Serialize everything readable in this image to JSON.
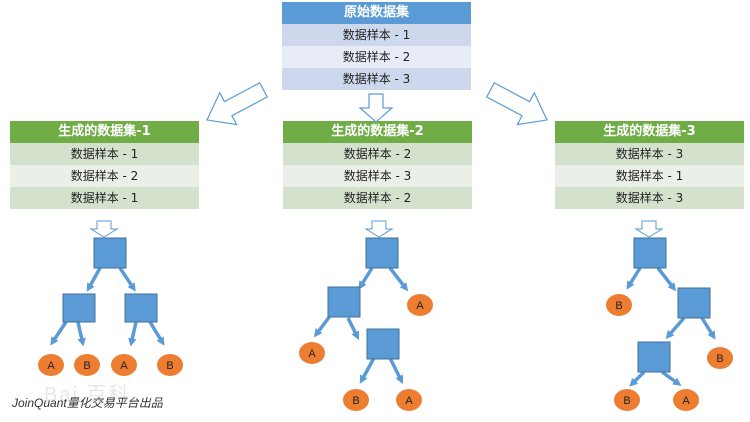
{
  "original": {
    "title": "原始数据集",
    "rows": [
      "数据样本 - 1",
      "数据样本 - 2",
      "数据样本 - 3"
    ]
  },
  "generated": [
    {
      "title": "生成的数据集-1",
      "rows": [
        "数据样本 - 1",
        "数据样本 - 2",
        "数据样本 - 1"
      ]
    },
    {
      "title": "生成的数据集-2",
      "rows": [
        "数据样本 - 2",
        "数据样本 - 3",
        "数据样本 - 2"
      ]
    },
    {
      "title": "生成的数据集-3",
      "rows": [
        "数据样本 - 3",
        "数据样本 - 1",
        "数据样本 - 3"
      ]
    }
  ],
  "trees": [
    {
      "leaves": [
        "A",
        "B",
        "A",
        "B"
      ]
    },
    {
      "leaves": [
        "A",
        "A",
        "B",
        "A"
      ]
    },
    {
      "leaves": [
        "B",
        "B",
        "B",
        "A"
      ]
    }
  ],
  "colors": {
    "blue_header": "#5b9bd5",
    "green_header": "#70ad47",
    "node": "#5b9bd5",
    "leaf": "#ed7d31"
  },
  "footer": "JoinQuant量化交易平台出品",
  "watermark": "Bai 百科"
}
